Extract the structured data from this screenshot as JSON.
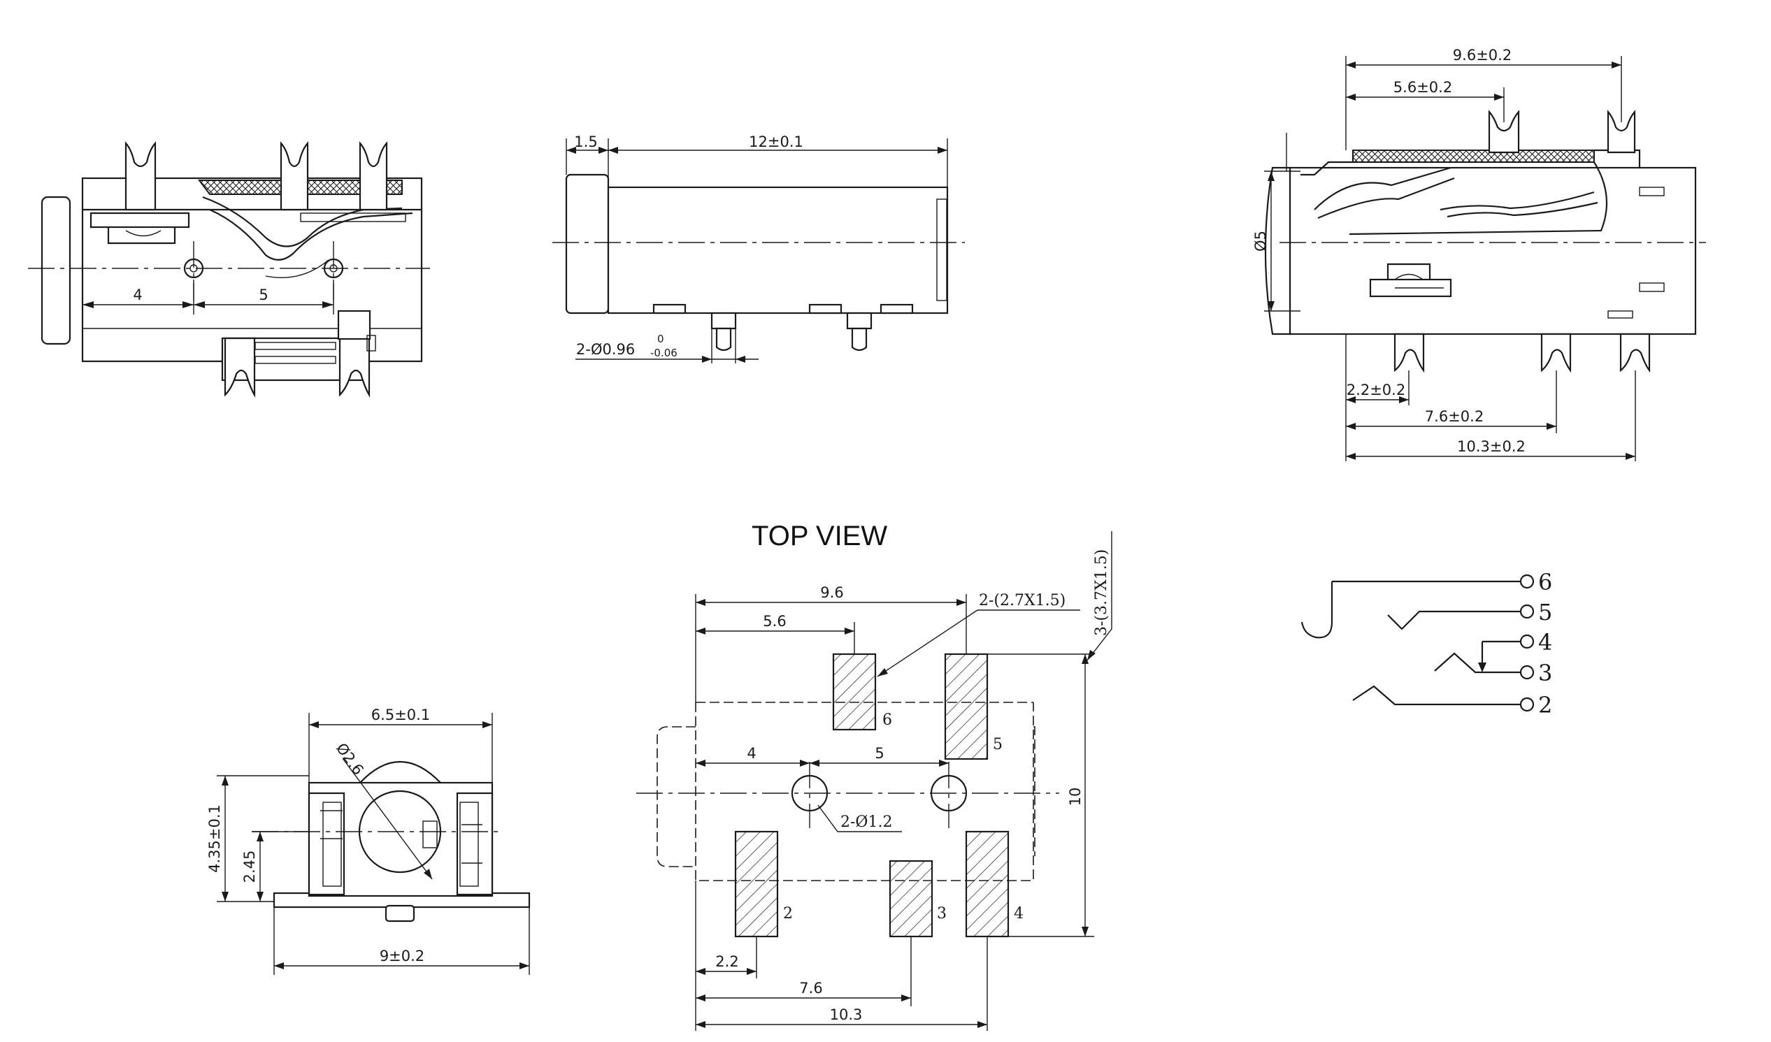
{
  "top_view_title": "TOP VIEW",
  "dims": {
    "fv_4": "4",
    "fv_5": "5",
    "sv_1_5": "1.5",
    "sv_12": "12±0.1",
    "sv_pin_dia": "2-Ø0.96",
    "sv_tol_upper": "0",
    "sv_tol_lower": "-0.06",
    "rv_9_6": "9.6±0.2",
    "rv_5_6": "5.6±0.2",
    "rv_dia5": "Ø5",
    "rv_2_2": "2.2±0.2",
    "rv_7_6": "7.6±0.2",
    "rv_10_3": "10.3±0.2",
    "ev_6_5": "6.5±0.1",
    "ev_dia2_6": "Ø2.6",
    "ev_4_35": "4.35±0.1",
    "ev_2_45": "2.45",
    "ev_9": "9±0.2",
    "tv_9_6": "9.6",
    "tv_5_6": "5.6",
    "tv_pad_6_5": "2-(2.7X1.5)",
    "tv_pad_4_3_2": "3-(3.7X1.5)",
    "tv_4": "4",
    "tv_5": "5",
    "tv_hole": "2-Ø1.2",
    "tv_10": "10",
    "tv_2_2": "2.2",
    "tv_7_6": "7.6",
    "tv_10_3": "10.3"
  },
  "pad_labels": [
    "6",
    "5",
    "2",
    "3",
    "4"
  ],
  "schematic_pins": [
    "6",
    "5",
    "4",
    "3",
    "2"
  ]
}
